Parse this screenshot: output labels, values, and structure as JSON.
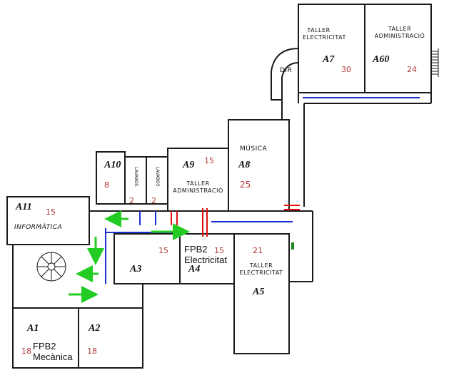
{
  "rooms": {
    "a7": {
      "id": "A7",
      "capacity": "30",
      "label_line1": "TALLER",
      "label_line2": "ELECTRICITAT"
    },
    "a60": {
      "id": "A60",
      "capacity": "24",
      "label_line1": "TALLER",
      "label_line2": "ADMINISTRACIÓ"
    },
    "dir": {
      "id": "DIR"
    },
    "musica": {
      "label": "MÚSICA"
    },
    "a8": {
      "id": "A8",
      "capacity": "25"
    },
    "a9": {
      "id": "A9",
      "capacity": "15",
      "label_line1": "TALLER",
      "label_line2": "ADMINISTRACIÓ"
    },
    "a10": {
      "id": "A10",
      "capacity": "8"
    },
    "lavabos_1": {
      "label": "LAVABOS",
      "capacity": "2"
    },
    "lavabos_2": {
      "label": "LAVABOS",
      "capacity": "2"
    },
    "a11": {
      "id": "A11",
      "capacity": "15",
      "label": "INFORMÀTICA"
    },
    "a3": {
      "id": "A3",
      "capacity": "15"
    },
    "a4": {
      "id": "A4",
      "capacity": "15",
      "course_line1": "FPB2",
      "course_line2": "Electricitat"
    },
    "a5": {
      "id": "A5",
      "capacity": "21",
      "label_line1": "TALLER",
      "label_line2": "ELECTRICITAT"
    },
    "a1": {
      "id": "A1",
      "capacity": "18",
      "course_line1": "FPB2",
      "course_line2": "Mecànica"
    },
    "a2": {
      "id": "A2",
      "capacity": "18"
    }
  },
  "colors": {
    "walls": "#1a1a1a",
    "capacity": "#b33a3a",
    "evacuation_arrow": "#22cc22",
    "blue_line": "#1a2fd0",
    "red_mark": "#e01010"
  }
}
